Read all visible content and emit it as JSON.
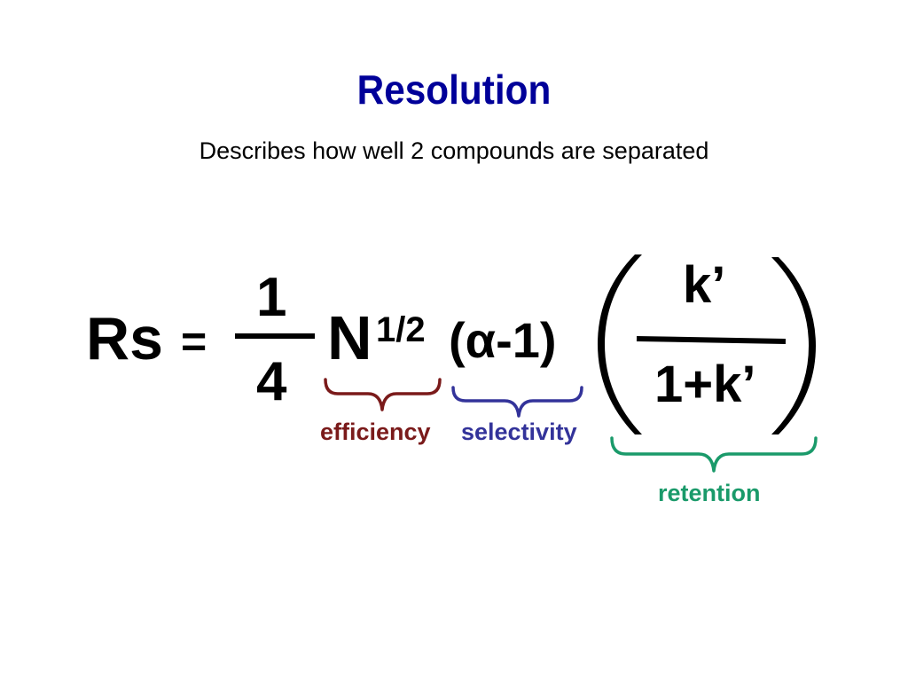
{
  "slide": {
    "title": "Resolution",
    "subtitle": "Describes how well 2 compounds are separated",
    "title_color": "#000099"
  },
  "equation": {
    "lhs": "Rs",
    "equals": "=",
    "fraction_numerator": "1",
    "fraction_denominator": "4",
    "n_symbol": "N",
    "n_exponent": "1/2",
    "selectivity_term": "(α-1)",
    "retention_numerator": "k’",
    "retention_denominator": "1+k’"
  },
  "annotations": {
    "efficiency": {
      "label": "efficiency",
      "color": "#7a1a1a"
    },
    "selectivity": {
      "label": "selectivity",
      "color": "#33339a"
    },
    "retention": {
      "label": "retention",
      "color": "#1a9a6a"
    }
  }
}
